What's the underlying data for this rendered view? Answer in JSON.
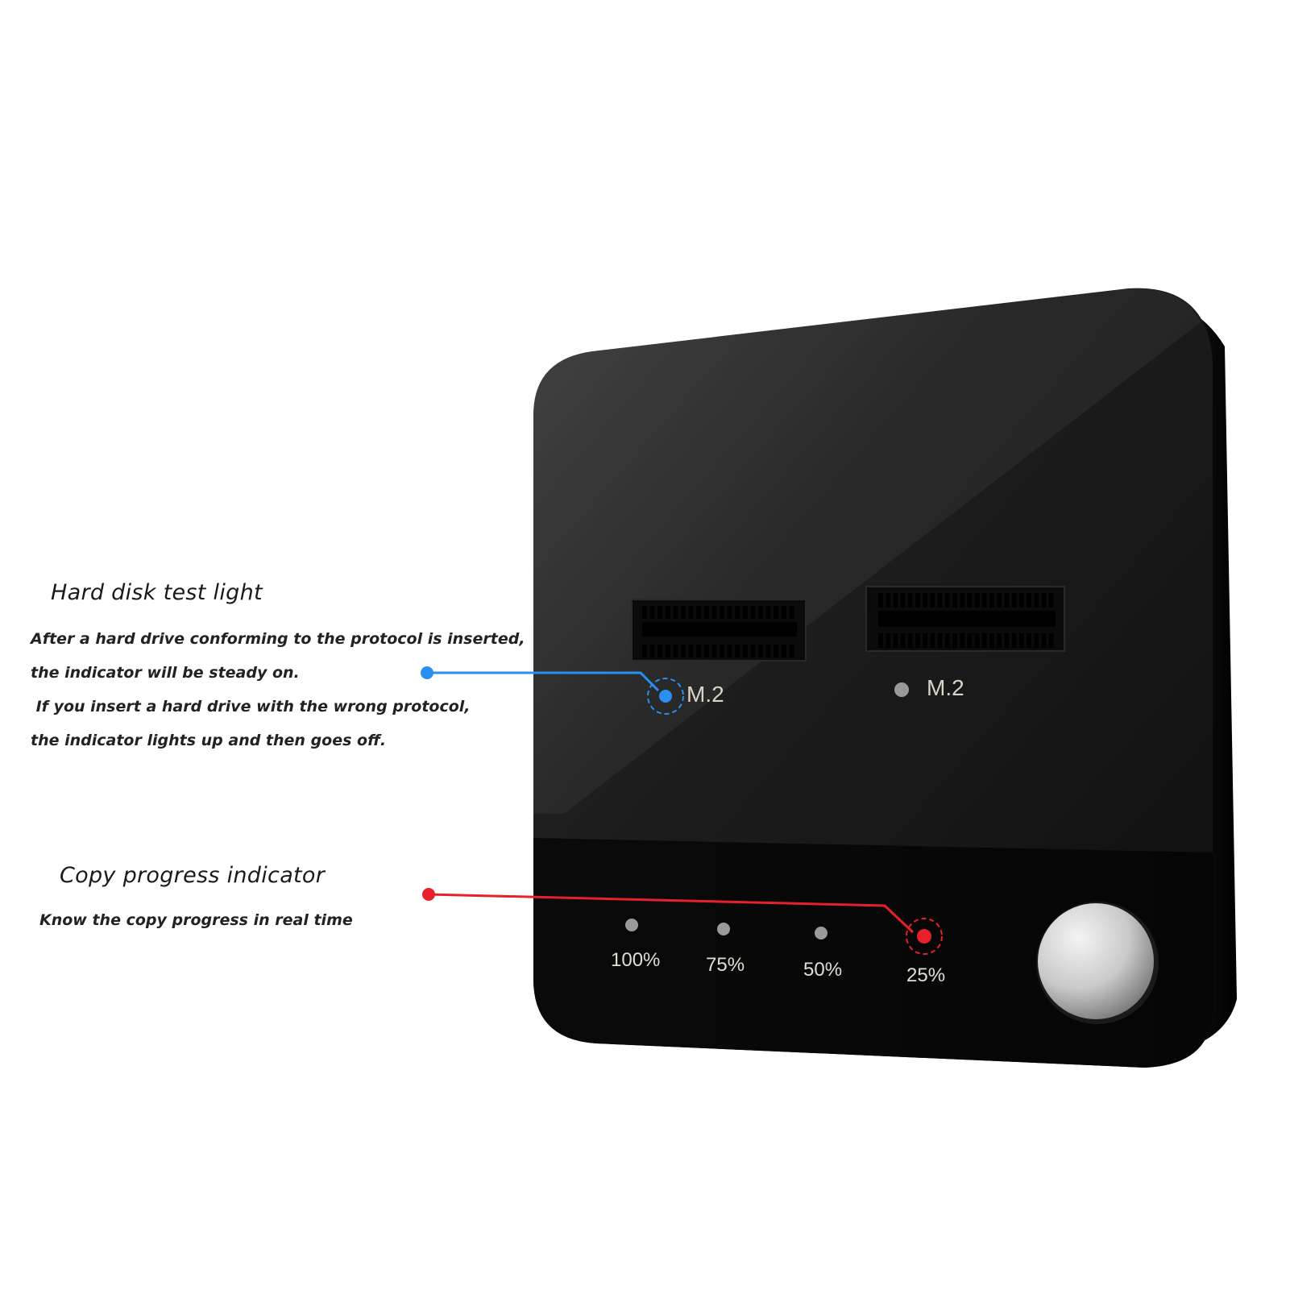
{
  "callouts": {
    "test_light": {
      "title": "Hard disk test light",
      "lines": [
        "After a hard drive conforming to the protocol is inserted,",
        "the indicator will be steady on.",
        " If you insert a hard drive with the wrong protocol,",
        "the indicator lights up and then goes off."
      ],
      "color": "#2a8ff0"
    },
    "copy_progress": {
      "title": "Copy progress indicator",
      "lines": [
        "Know the copy progress in real time"
      ],
      "color": "#e8202a"
    }
  },
  "device": {
    "slots": [
      {
        "label": "M.2",
        "light_on": true,
        "light_color": "#2a8ff0"
      },
      {
        "label": "M.2",
        "light_on": false,
        "light_color": "#9a9a9a"
      }
    ],
    "progress_lights": [
      {
        "label": "100%",
        "on": false
      },
      {
        "label": "75%",
        "on": false
      },
      {
        "label": "50%",
        "on": false
      },
      {
        "label": "25%",
        "on": true,
        "color": "#e8202a"
      }
    ],
    "body_color": "#111111",
    "button": "power-button"
  }
}
